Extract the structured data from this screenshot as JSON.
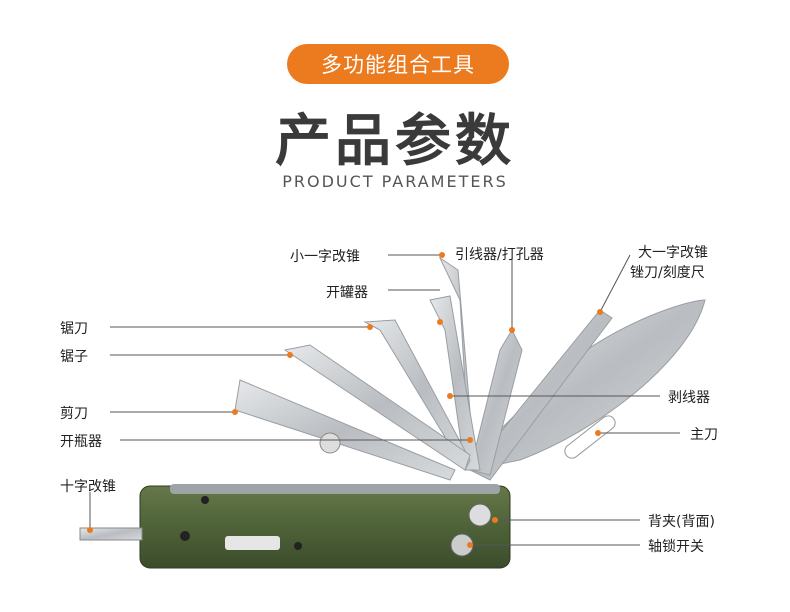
{
  "header": {
    "badge": "多功能组合工具",
    "title": "产品参数",
    "subtitle": "PRODUCT PARAMETERS"
  },
  "colors": {
    "accent": "#ec7a1f",
    "handle": "#4e6238",
    "blade": "#c9ccce",
    "title": "#3a3a3a"
  },
  "labels": {
    "small_screwdriver": "小一字改锥",
    "can_opener": "开罐器",
    "awl": "引线器/打孔器",
    "big_screwdriver_l1": "大一字改锥",
    "big_screwdriver_l2": "锉刀/刻度尺",
    "saw_knife": "锯刀",
    "saw": "锯子",
    "scissors": "剪刀",
    "bottle_opener": "开瓶器",
    "phillips": "十字改锥",
    "wire_stripper": "剥线器",
    "main_blade": "主刀",
    "back_clip": "背夹(背面)",
    "axle_lock": "轴锁开关"
  }
}
